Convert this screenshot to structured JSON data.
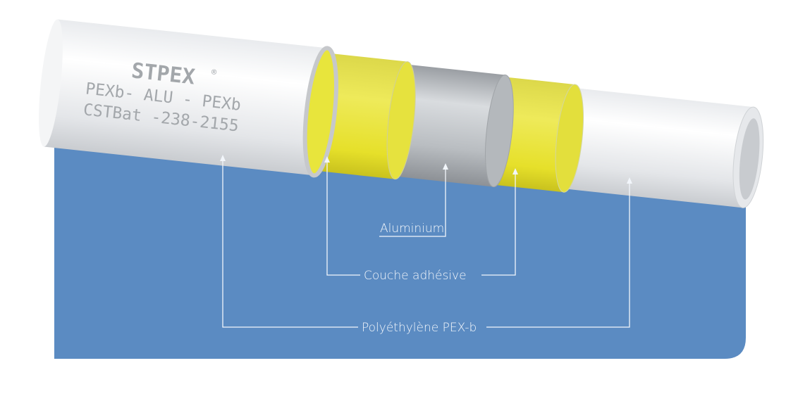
{
  "pipe_marking": {
    "brand": "STPEX",
    "registered": "®",
    "line2": "PEXb- ALU - PEXb",
    "line3": "CSTBat -238-2155"
  },
  "labels": {
    "aluminium": "Aluminium",
    "adhesive": "Couche adhésive",
    "polyethylene": "Polyéthylène PEX-b"
  },
  "colors": {
    "panel": "#5b8bc2",
    "yellow": "#e8e43a",
    "white_pipe": "#f2f3f4",
    "aluminium": "#b7bbbf"
  }
}
